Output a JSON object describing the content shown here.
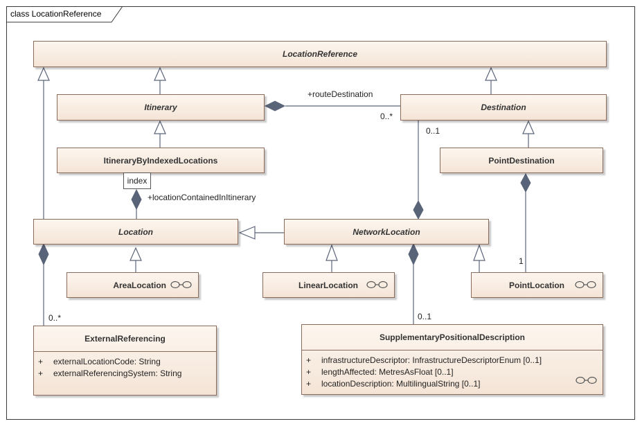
{
  "frame": {
    "title": "class LocationReference"
  },
  "classes": {
    "location_reference": "LocationReference",
    "itinerary": "Itinerary",
    "destination": "Destination",
    "itinerary_by_indexed_locations": "ItineraryByIndexedLocations",
    "point_destination": "PointDestination",
    "location": "Location",
    "network_location": "NetworkLocation",
    "area_location": "AreaLocation",
    "linear_location": "LinearLocation",
    "point_location": "PointLocation",
    "external_referencing": {
      "name": "ExternalReferencing",
      "attributes": [
        {
          "vis": "+",
          "text": "externalLocationCode: String"
        },
        {
          "vis": "+",
          "text": "externalReferencingSystem: String"
        }
      ]
    },
    "supplementary_positional_description": {
      "name": "SupplementaryPositionalDescription",
      "attributes": [
        {
          "vis": "+",
          "text": "infrastructureDescriptor: InfrastructureDescriptorEnum [0..1]"
        },
        {
          "vis": "+",
          "text": "lengthAffected: MetresAsFloat [0..1]"
        },
        {
          "vis": "+",
          "text": "locationDescription: MultilingualString [0..1]"
        }
      ]
    }
  },
  "labels": {
    "route_destination": "+routeDestination",
    "route_destination_mult": "0..*",
    "network_mult": "0..1",
    "qualifier": "index",
    "location_contained": "+locationContainedInItinerary",
    "point_mult": "1",
    "external_mult": "0..*",
    "supplementary_mult": "0..1"
  }
}
